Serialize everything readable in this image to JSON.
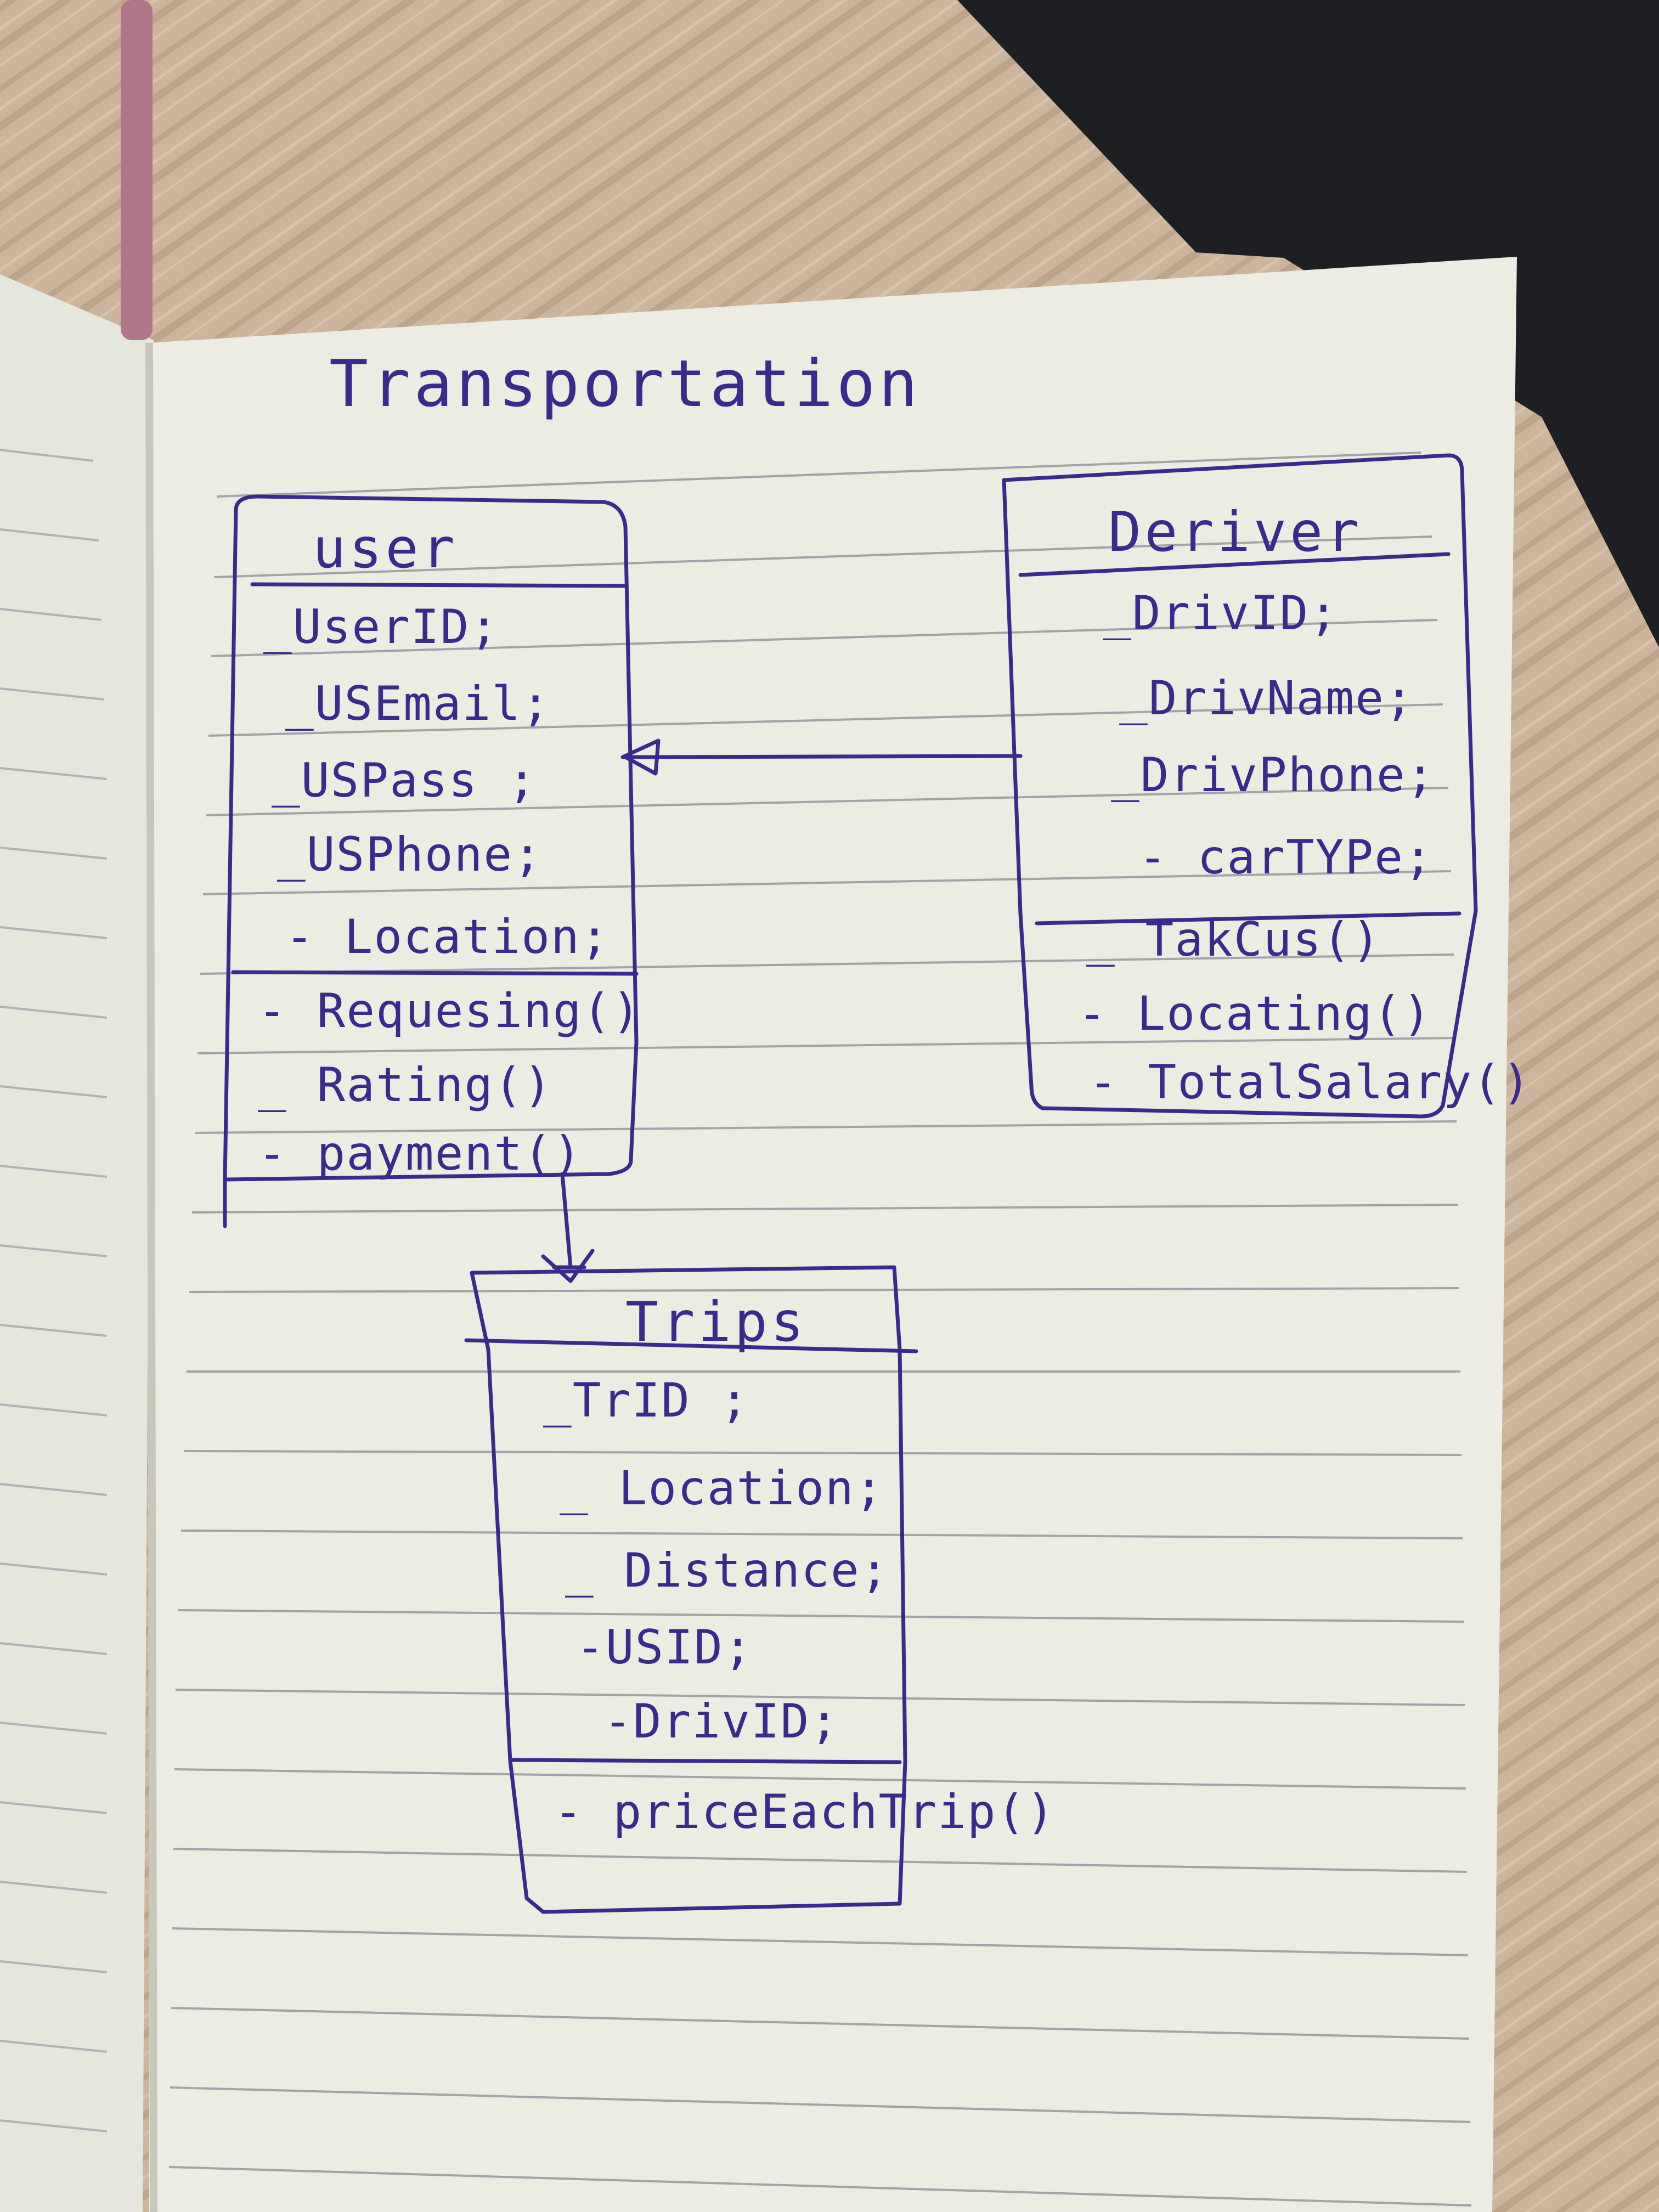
{
  "diagram": {
    "title": "Transportation",
    "classes": [
      {
        "id": "user",
        "name": "user",
        "attributes": [
          "_UserID;",
          "_USEmail;",
          "_USPass ;",
          "_USPhone;",
          "- Location;"
        ],
        "methods": [
          "- Requesing()",
          "_ Rating()",
          "- payment()"
        ]
      },
      {
        "id": "driver",
        "name": "Deriver",
        "attributes": [
          "_DrivID;",
          "_DrivName;",
          "_DrivPhone;",
          "- carTYPe;"
        ],
        "methods": [
          "_ TakCus()",
          "- Locating()",
          "- TotalSalary()"
        ]
      },
      {
        "id": "trips",
        "name": "Trips",
        "attributes": [
          "_TrID ;",
          "_ Location;",
          "_ Distance;",
          "-USID;",
          "-DrivID;"
        ],
        "methods": [
          "- priceEachTrip()"
        ]
      }
    ],
    "relations": [
      {
        "from": "driver",
        "to": "user",
        "type": "generalization-arrow"
      },
      {
        "from": "user",
        "to": "trips",
        "type": "directed-arrow"
      }
    ]
  },
  "colors": {
    "ink": "#3b2a8c",
    "paper": "#ecece2",
    "rule": "#8f939a",
    "wood": "#c9b299",
    "laptop": "#1d1f23",
    "ribbon": "#b07789"
  }
}
